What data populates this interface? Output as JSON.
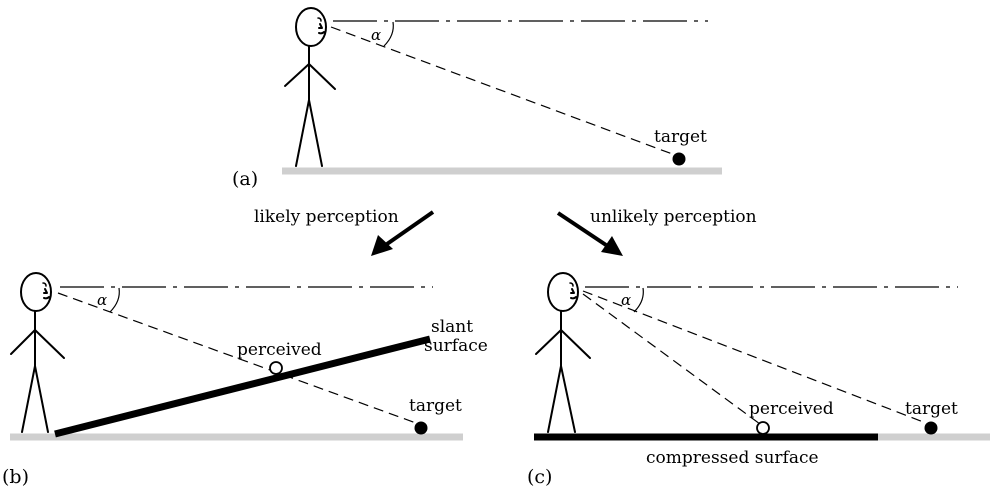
{
  "panels": {
    "a": {
      "label": "(a)",
      "target_label": "target"
    },
    "b": {
      "label": "(b)",
      "target_label": "target",
      "perceived_label": "perceived",
      "surface_label_line1": "slant",
      "surface_label_line2": "surface"
    },
    "c": {
      "label": "(c)",
      "target_label": "target",
      "perceived_label": "perceived",
      "surface_label": "compressed surface"
    }
  },
  "angle_symbol": "α",
  "arrows": {
    "likely_label": "likely perception",
    "unlikely_label": "unlikely perception"
  }
}
